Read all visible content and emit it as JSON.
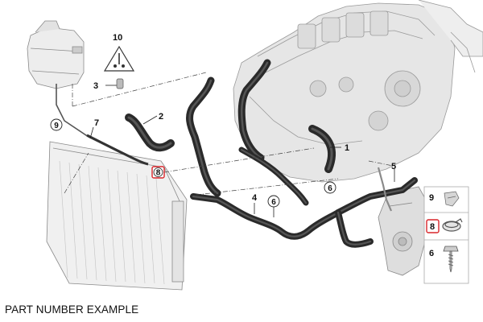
{
  "diagram": {
    "callouts": {
      "p1": "1",
      "p2": "2",
      "p3": "3",
      "p4": "4",
      "p5": "5",
      "p6a": "6",
      "p6b": "6",
      "p7": "7",
      "p8": "8",
      "p9": "9",
      "p10": "10"
    },
    "legend": {
      "item9": "9",
      "item8": "8",
      "item6": "6"
    },
    "highlight_color": "#d9252a"
  },
  "caption": "PART NUMBER EXAMPLE"
}
